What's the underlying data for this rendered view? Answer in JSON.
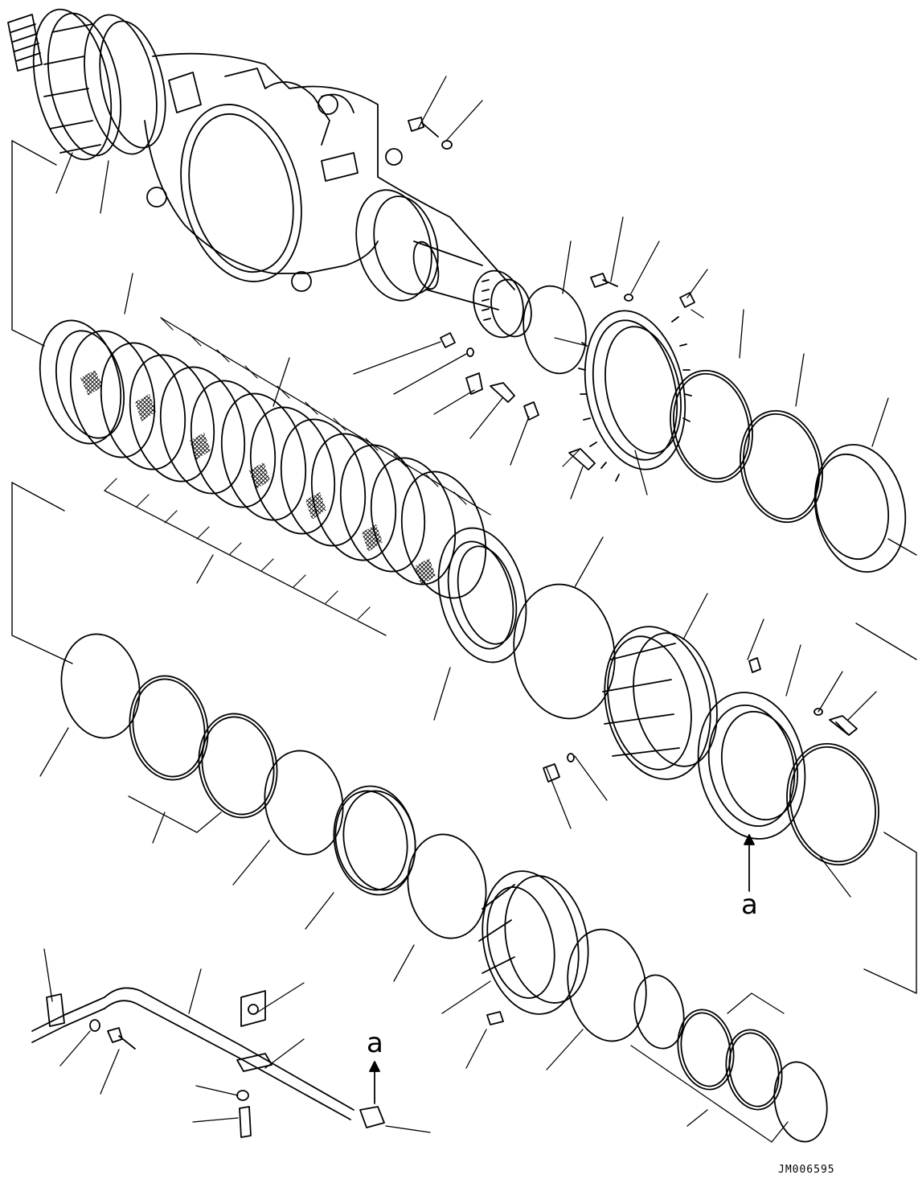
{
  "drawing_id": "JM006595",
  "reference_letter": "a",
  "colors": {
    "line": "#000000",
    "paper": "#ffffff",
    "shade": "#000000"
  },
  "parts": [
    {
      "name": "axle-housing"
    },
    {
      "name": "hub-ring-large"
    },
    {
      "name": "clutch-disc-pack"
    },
    {
      "name": "friction-disc"
    },
    {
      "name": "bolt"
    },
    {
      "name": "washer"
    },
    {
      "name": "plug"
    },
    {
      "name": "o-ring"
    },
    {
      "name": "seal-ring"
    },
    {
      "name": "piston"
    },
    {
      "name": "gear-ring"
    },
    {
      "name": "brake-tube"
    },
    {
      "name": "bracket"
    },
    {
      "name": "elbow-fitting"
    },
    {
      "name": "dowel-pin"
    }
  ]
}
